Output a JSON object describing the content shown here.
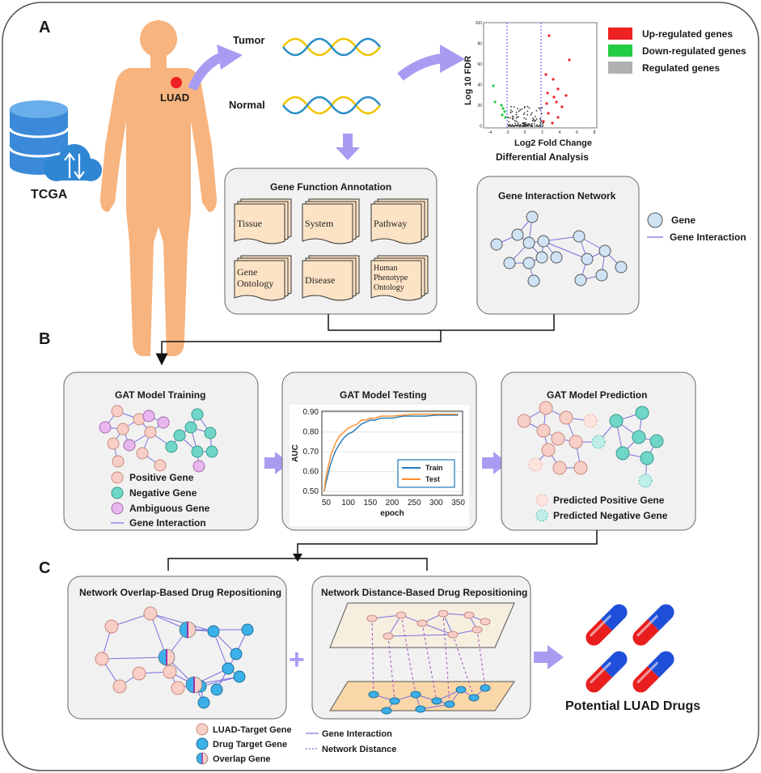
{
  "panels": {
    "a": "A",
    "b": "B",
    "c": "C"
  },
  "tcga": "TCGA",
  "luad": "LUAD",
  "samples": {
    "tumor": "Tumor",
    "normal": "Normal"
  },
  "volcano": {
    "ylabel": "Log 10 FDR",
    "xlabel": "Log2 Fold Change",
    "title": "Differential Analysis",
    "yticks": [
      "100",
      "80",
      "60",
      "40",
      "20",
      "0"
    ],
    "xticks": [
      "-4",
      "-2",
      "0",
      "2",
      "4",
      "6",
      "8"
    ],
    "legend": [
      {
        "label": "Up-regulated genes",
        "color": "#ee2222"
      },
      {
        "label": "Down-regulated genes",
        "color": "#22cc44"
      },
      {
        "label": "Regulated genes",
        "color": "#b0b0b0"
      }
    ]
  },
  "annotation": {
    "title": "Gene Function Annotation",
    "cards": [
      {
        "lines": [
          "Tissue"
        ]
      },
      {
        "lines": [
          "System"
        ]
      },
      {
        "lines": [
          "Pathway"
        ]
      },
      {
        "lines": [
          "Gene",
          "Ontology"
        ]
      },
      {
        "lines": [
          "Disease"
        ]
      },
      {
        "lines": [
          "Human",
          "Phenotype",
          "Ontology"
        ]
      }
    ]
  },
  "network": {
    "title": "Gene Interaction Network",
    "legend_gene": "Gene",
    "legend_interaction": "Gene Interaction"
  },
  "training": {
    "title": "GAT Model Training",
    "legend": [
      "Positive Gene",
      "Negative Gene",
      "Ambiguous Gene",
      "Gene Interaction"
    ]
  },
  "testing": {
    "title": "GAT Model Testing"
  },
  "prediction": {
    "title": "GAT Model Prediction",
    "legend": [
      "Predicted Positive Gene",
      "Predicted Negative Gene"
    ]
  },
  "overlap": {
    "title": "Network Overlap-Based Drug Repositioning"
  },
  "distance": {
    "title": "Network Distance-Based Drug Repositioning"
  },
  "bottom_legend": [
    "LUAD-Target Gene",
    "Drug Target Gene",
    "Overlap Gene",
    "Gene Interaction",
    "Network Distance"
  ],
  "plus": "+",
  "drugs_label": "Potential LUAD Drugs",
  "colors": {
    "arrow": "#a89cf2",
    "pink": "#f8cfc6",
    "teal": "#6fd6c8",
    "purple": "#e9b6f0",
    "blue": "#3cb0e8",
    "edge": "#7b6fe0",
    "skin": "#f7b47f",
    "parchment": "#fde3c5",
    "panel": "#f1f1f1"
  },
  "chart_data": {
    "type": "line",
    "title": "",
    "xlabel": "epoch",
    "ylabel": "AUC",
    "xlim": [
      40,
      360
    ],
    "ylim": [
      0.48,
      0.905
    ],
    "xticks": [
      50,
      100,
      150,
      200,
      250,
      300,
      350
    ],
    "yticks": [
      0.5,
      0.6,
      0.7,
      0.8,
      0.9
    ],
    "grid": true,
    "legend_position": "bottom-right",
    "series": [
      {
        "name": "Train",
        "color": "#1f77b4",
        "x": [
          45,
          50,
          60,
          70,
          80,
          90,
          100,
          110,
          120,
          130,
          140,
          150,
          160,
          175,
          190,
          200,
          225,
          250,
          275,
          300,
          325,
          350
        ],
        "y": [
          0.5,
          0.55,
          0.64,
          0.7,
          0.74,
          0.77,
          0.79,
          0.8,
          0.82,
          0.84,
          0.85,
          0.86,
          0.86,
          0.87,
          0.87,
          0.87,
          0.88,
          0.88,
          0.88,
          0.885,
          0.885,
          0.885
        ]
      },
      {
        "name": "Test",
        "color": "#ff8c28",
        "x": [
          45,
          50,
          60,
          70,
          80,
          90,
          100,
          110,
          120,
          130,
          140,
          150,
          160,
          175,
          190,
          200,
          225,
          250,
          275,
          300,
          325,
          350
        ],
        "y": [
          0.5,
          0.58,
          0.68,
          0.74,
          0.78,
          0.8,
          0.82,
          0.83,
          0.84,
          0.86,
          0.86,
          0.87,
          0.87,
          0.88,
          0.88,
          0.88,
          0.885,
          0.89,
          0.89,
          0.89,
          0.89,
          0.89
        ]
      }
    ]
  }
}
